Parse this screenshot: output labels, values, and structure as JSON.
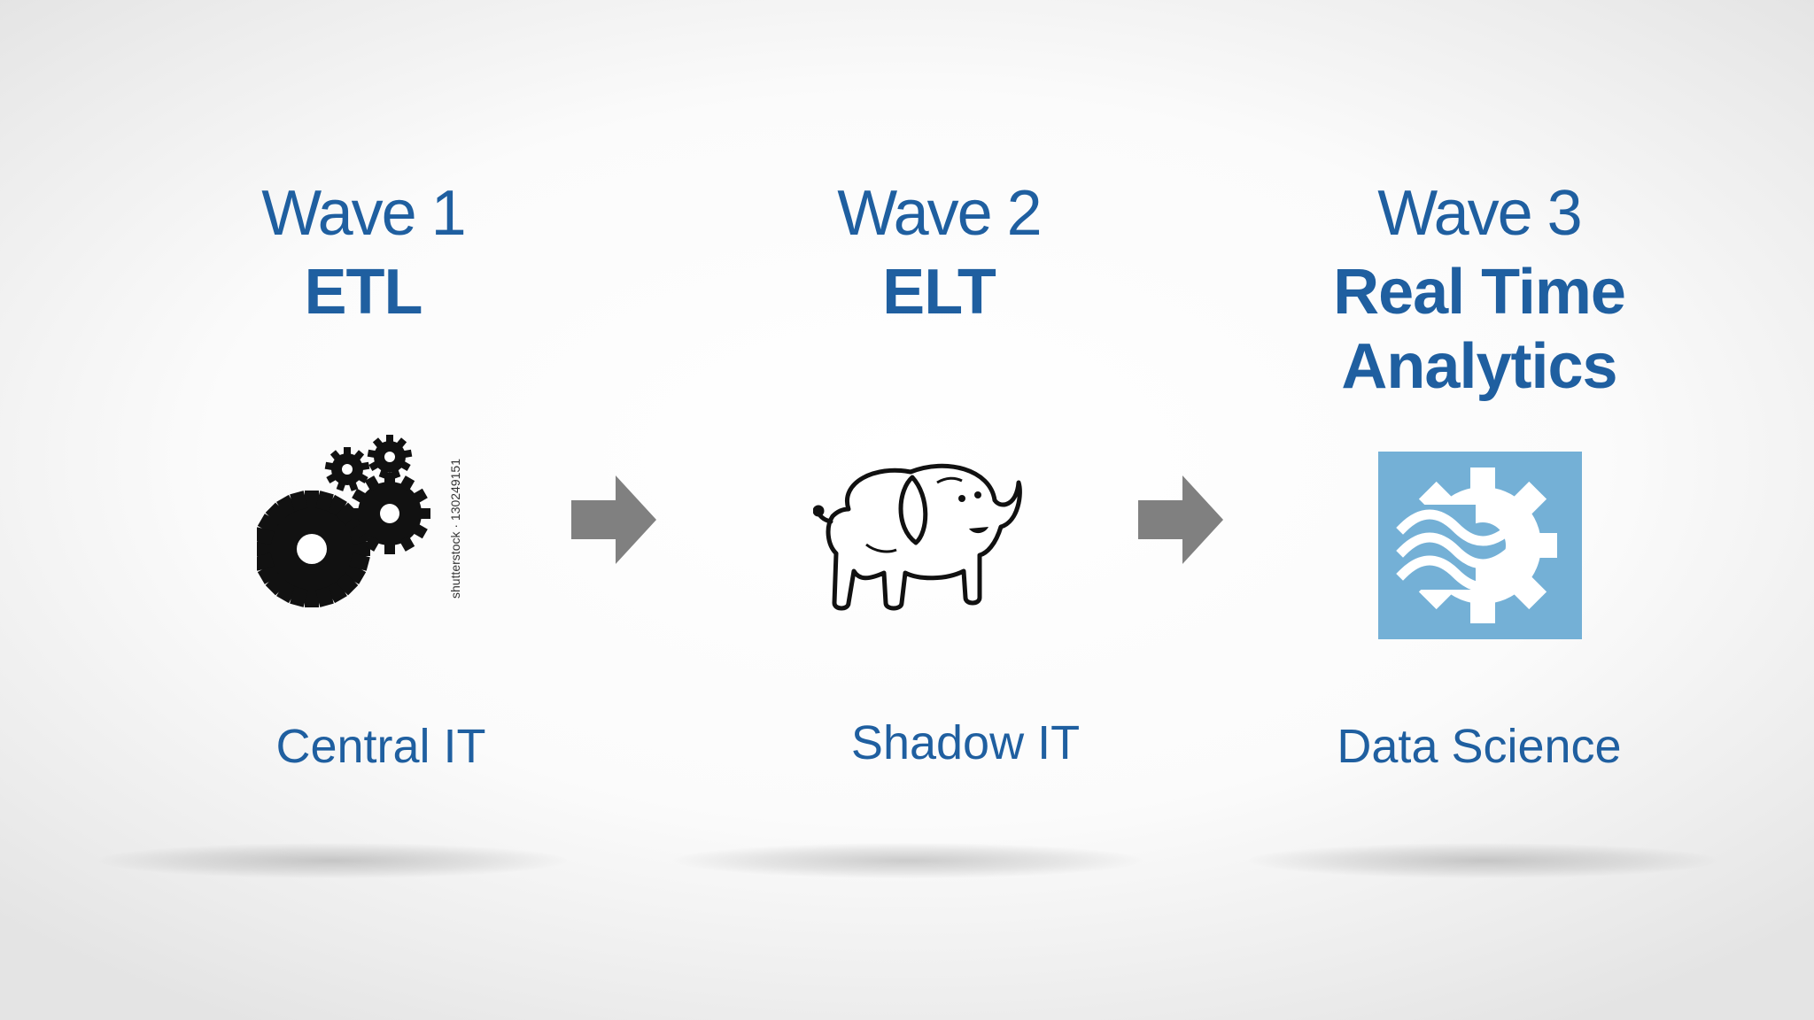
{
  "waves": [
    {
      "label": "Wave 1",
      "title": "ETL",
      "role": "Central IT",
      "icon": "gears-icon"
    },
    {
      "label": "Wave 2",
      "title": "ELT",
      "role": "Shadow IT",
      "icon": "elephant-icon"
    },
    {
      "label": "Wave 3",
      "title_line1": "Real Time",
      "title_line2": "Analytics",
      "role": "Data Science",
      "icon": "stream-gear-icon"
    }
  ],
  "watermark": "shutterstock · 130249151",
  "colors": {
    "text": "#1f5fa0",
    "arrow": "#808080",
    "tile": "#74b0d6"
  }
}
